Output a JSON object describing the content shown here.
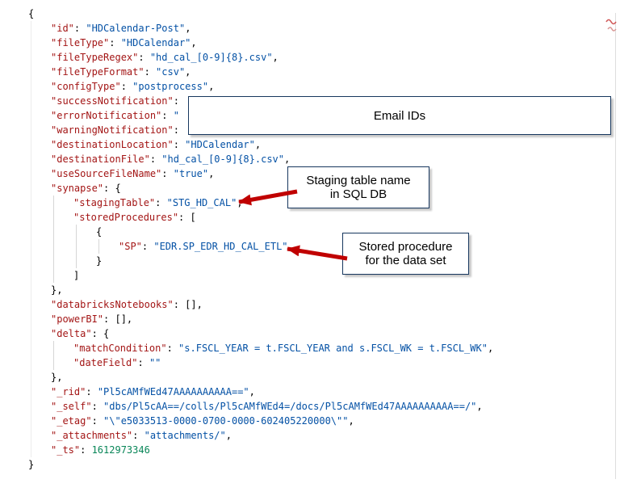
{
  "editor": {
    "token_colors": {
      "k": "#a31515",
      "s": "#0451a5",
      "n": "#098658",
      "p": "#000000"
    },
    "lines": [
      {
        "i": 0,
        "t": [
          [
            "p",
            "{"
          ]
        ]
      },
      {
        "i": 1,
        "t": [
          [
            "k",
            "\"id\""
          ],
          [
            "p",
            ": "
          ],
          [
            "s",
            "\"HDCalendar-Post\""
          ],
          [
            "p",
            ","
          ]
        ]
      },
      {
        "i": 1,
        "t": [
          [
            "k",
            "\"fileType\""
          ],
          [
            "p",
            ": "
          ],
          [
            "s",
            "\"HDCalendar\""
          ],
          [
            "p",
            ","
          ]
        ]
      },
      {
        "i": 1,
        "t": [
          [
            "k",
            "\"fileTypeRegex\""
          ],
          [
            "p",
            ": "
          ],
          [
            "s",
            "\"hd_cal_[0-9]{8}.csv\""
          ],
          [
            "p",
            ","
          ]
        ]
      },
      {
        "i": 1,
        "t": [
          [
            "k",
            "\"fileTypeFormat\""
          ],
          [
            "p",
            ": "
          ],
          [
            "s",
            "\"csv\""
          ],
          [
            "p",
            ","
          ]
        ]
      },
      {
        "i": 1,
        "t": [
          [
            "k",
            "\"configType\""
          ],
          [
            "p",
            ": "
          ],
          [
            "s",
            "\"postprocess\""
          ],
          [
            "p",
            ","
          ]
        ]
      },
      {
        "i": 1,
        "t": [
          [
            "k",
            "\"successNotification\""
          ],
          [
            "p",
            ": "
          ]
        ]
      },
      {
        "i": 1,
        "t": [
          [
            "k",
            "\"errorNotification\""
          ],
          [
            "p",
            ": "
          ],
          [
            "s",
            "\""
          ]
        ]
      },
      {
        "i": 1,
        "t": [
          [
            "k",
            "\"warningNotification\""
          ],
          [
            "p",
            ":"
          ]
        ]
      },
      {
        "i": 1,
        "t": [
          [
            "k",
            "\"destinationLocation\""
          ],
          [
            "p",
            ": "
          ],
          [
            "s",
            "\"HDCalendar\""
          ],
          [
            "p",
            ","
          ]
        ]
      },
      {
        "i": 1,
        "t": [
          [
            "k",
            "\"destinationFile\""
          ],
          [
            "p",
            ": "
          ],
          [
            "s",
            "\"hd_cal_[0-9]{8}.csv\""
          ],
          [
            "p",
            ","
          ]
        ]
      },
      {
        "i": 1,
        "t": [
          [
            "k",
            "\"useSourceFileName\""
          ],
          [
            "p",
            ": "
          ],
          [
            "s",
            "\"true\""
          ],
          [
            "p",
            ","
          ]
        ]
      },
      {
        "i": 1,
        "t": [
          [
            "k",
            "\"synapse\""
          ],
          [
            "p",
            ": {"
          ]
        ]
      },
      {
        "i": 2,
        "t": [
          [
            "k",
            "\"stagingTable\""
          ],
          [
            "p",
            ": "
          ],
          [
            "s",
            "\"STG_HD_CAL\""
          ],
          [
            "p",
            ","
          ]
        ]
      },
      {
        "i": 2,
        "t": [
          [
            "k",
            "\"storedProcedures\""
          ],
          [
            "p",
            ": ["
          ]
        ]
      },
      {
        "i": 3,
        "t": [
          [
            "p",
            "{"
          ]
        ]
      },
      {
        "i": 4,
        "t": [
          [
            "k",
            "\"SP\""
          ],
          [
            "p",
            ": "
          ],
          [
            "s",
            "\"EDR.SP_EDR_HD_CAL_ETL\""
          ]
        ]
      },
      {
        "i": 3,
        "t": [
          [
            "p",
            "}"
          ]
        ]
      },
      {
        "i": 2,
        "t": [
          [
            "p",
            "]"
          ]
        ]
      },
      {
        "i": 1,
        "t": [
          [
            "p",
            "},"
          ]
        ]
      },
      {
        "i": 1,
        "t": [
          [
            "k",
            "\"databricksNotebooks\""
          ],
          [
            "p",
            ": [],"
          ]
        ]
      },
      {
        "i": 1,
        "t": [
          [
            "k",
            "\"powerBI\""
          ],
          [
            "p",
            ": [],"
          ]
        ]
      },
      {
        "i": 1,
        "t": [
          [
            "k",
            "\"delta\""
          ],
          [
            "p",
            ": {"
          ]
        ]
      },
      {
        "i": 2,
        "t": [
          [
            "k",
            "\"matchCondition\""
          ],
          [
            "p",
            ": "
          ],
          [
            "s",
            "\"s.FSCL_YEAR = t.FSCL_YEAR and s.FSCL_WK = t.FSCL_WK\""
          ],
          [
            "p",
            ","
          ]
        ]
      },
      {
        "i": 2,
        "t": [
          [
            "k",
            "\"dateField\""
          ],
          [
            "p",
            ": "
          ],
          [
            "s",
            "\"\""
          ]
        ]
      },
      {
        "i": 1,
        "t": [
          [
            "p",
            "},"
          ]
        ]
      },
      {
        "i": 1,
        "t": [
          [
            "k",
            "\"_rid\""
          ],
          [
            "p",
            ": "
          ],
          [
            "s",
            "\"Pl5cAMfWEd47AAAAAAAAAA==\""
          ],
          [
            "p",
            ","
          ]
        ]
      },
      {
        "i": 1,
        "t": [
          [
            "k",
            "\"_self\""
          ],
          [
            "p",
            ": "
          ],
          [
            "s",
            "\"dbs/Pl5cAA==/colls/Pl5cAMfWEd4=/docs/Pl5cAMfWEd47AAAAAAAAAA==/\""
          ],
          [
            "p",
            ","
          ]
        ]
      },
      {
        "i": 1,
        "t": [
          [
            "k",
            "\"_etag\""
          ],
          [
            "p",
            ": "
          ],
          [
            "s",
            "\"\\\"e5033513-0000-0700-0000-602405220000\\\"\""
          ],
          [
            "p",
            ","
          ]
        ]
      },
      {
        "i": 1,
        "t": [
          [
            "k",
            "\"_attachments\""
          ],
          [
            "p",
            ": "
          ],
          [
            "s",
            "\"attachments/\""
          ],
          [
            "p",
            ","
          ]
        ]
      },
      {
        "i": 1,
        "t": [
          [
            "k",
            "\"_ts\""
          ],
          [
            "p",
            ": "
          ],
          [
            "n",
            "1612973346"
          ]
        ]
      },
      {
        "i": 0,
        "t": [
          [
            "p",
            "}"
          ]
        ]
      }
    ]
  },
  "callouts": [
    {
      "id": "email-ids",
      "label": "Email IDs"
    },
    {
      "id": "staging-table",
      "label": "Staging table name\nin SQL DB"
    },
    {
      "id": "stored-procedure",
      "label": "Stored procedure\nfor the data set"
    }
  ],
  "annotation": {
    "arrow_color": "#c00000",
    "callout_border": "#17375e"
  }
}
